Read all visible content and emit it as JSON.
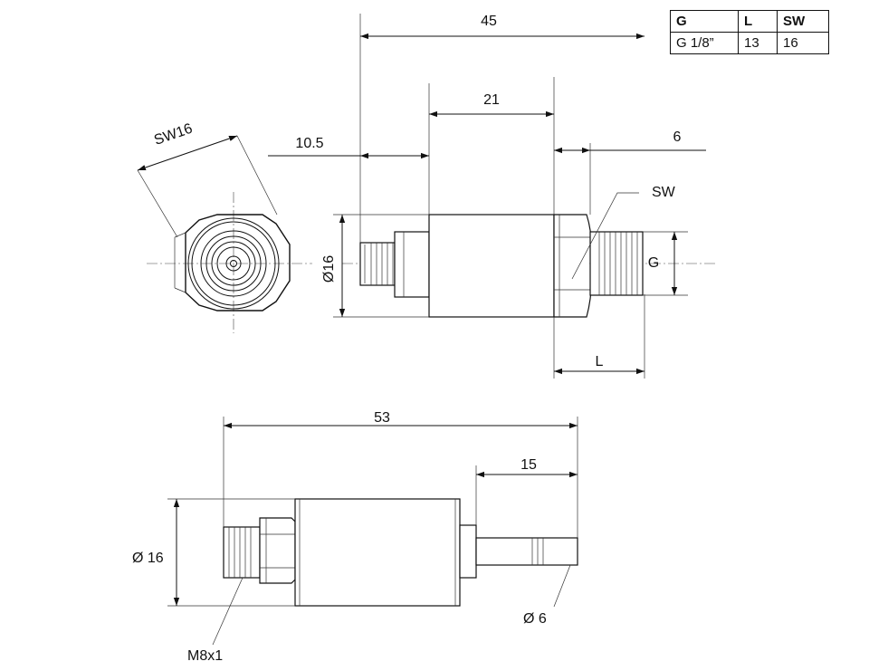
{
  "table": {
    "headers": [
      "G",
      "L",
      "SW"
    ],
    "rows": [
      [
        "G 1/8”",
        "13",
        "16"
      ]
    ]
  },
  "top_view": {
    "dim_overall_length": "45",
    "dim_body_length": "21",
    "dim_thread_length": "10.5",
    "dim_hex_width": "6",
    "dim_diameter": "Ø16",
    "label_sw": "SW",
    "label_g": "G",
    "label_l": "L"
  },
  "end_view": {
    "label_sw": "SW16"
  },
  "bottom_view": {
    "dim_overall_length": "53",
    "dim_probe_length": "15",
    "dim_diameter": "Ø 16",
    "dim_probe_diameter": "Ø 6",
    "label_thread": "M8x1"
  }
}
